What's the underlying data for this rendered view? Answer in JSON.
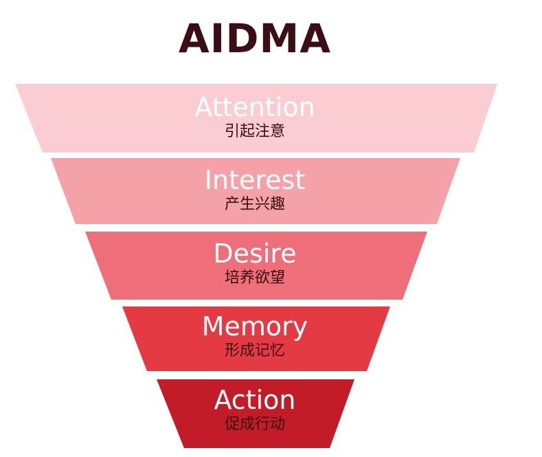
{
  "title": "AIDMA",
  "stages": [
    {
      "en": "Attention",
      "zh": "引起注意",
      "color": "#f9cdd2"
    },
    {
      "en": "Interest",
      "zh": "产生兴趣",
      "color": "#f4a1a8"
    },
    {
      "en": "Desire",
      "zh": "培养欲望",
      "color": "#ee6f7a"
    },
    {
      "en": "Memory",
      "zh": "形成记忆",
      "color": "#e43a44"
    },
    {
      "en": "Action",
      "zh": "促成行动",
      "color": "#c11c28"
    }
  ]
}
